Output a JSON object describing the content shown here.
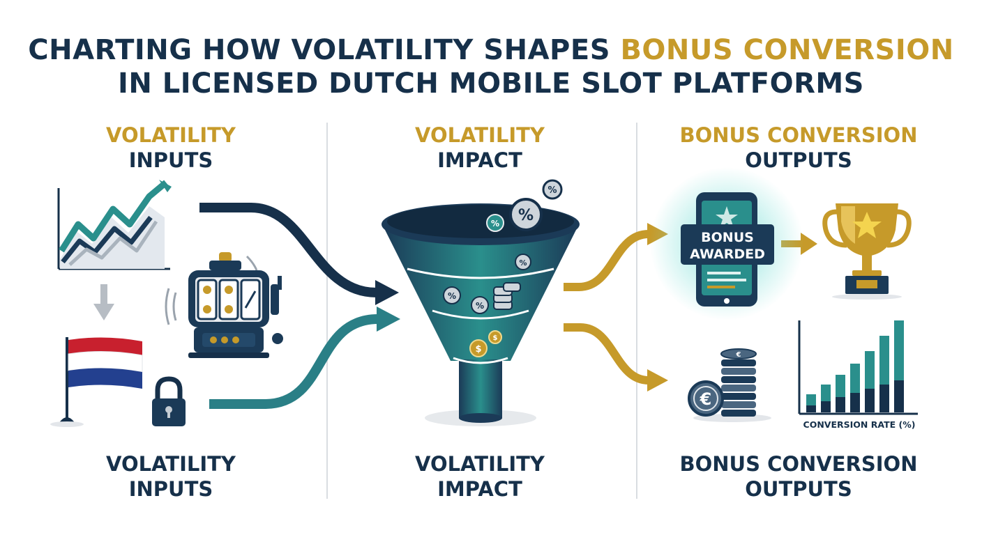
{
  "title": {
    "line1_prefix": "CHARTING HOW VOLATILITY SHAPES ",
    "line1_highlight": "BONUS CONVERSION",
    "line2": "IN LICENSED DUTCH MOBILE SLOT PLATFORMS"
  },
  "columns": [
    {
      "header_top": "VOLATILITY",
      "header_bottom": "INPUTS",
      "footer_top": "VOLATILITY",
      "footer_bottom": "INPUTS"
    },
    {
      "header_top": "VOLATILITY",
      "header_bottom": "IMPACT",
      "footer_top": "VOLATILITY",
      "footer_bottom": "IMPACT"
    },
    {
      "header_top": "BONUS CONVERSION",
      "header_bottom": "OUTPUTS",
      "footer_top": "BONUS CONVERSION",
      "footer_bottom": "OUTPUTS"
    }
  ],
  "phone": {
    "line1": "BONUS",
    "line2": "AWARDED"
  },
  "symbols": {
    "percent": "%",
    "dollar": "$",
    "euro": "€"
  },
  "conversion_chart": {
    "label": "CONVERSION RATE (%)"
  },
  "colors": {
    "navy": "#16304a",
    "teal": "#2a8f8c",
    "gold": "#c69a2a",
    "red": "#c8202e",
    "blue": "#23408f"
  },
  "icons": [
    "line-chart-icon",
    "down-arrow-icon",
    "slot-machine-icon",
    "dutch-flag-icon",
    "padlock-icon",
    "funnel-icon",
    "phone-icon",
    "trophy-icon",
    "coin-stack-icon",
    "bar-chart-icon"
  ]
}
